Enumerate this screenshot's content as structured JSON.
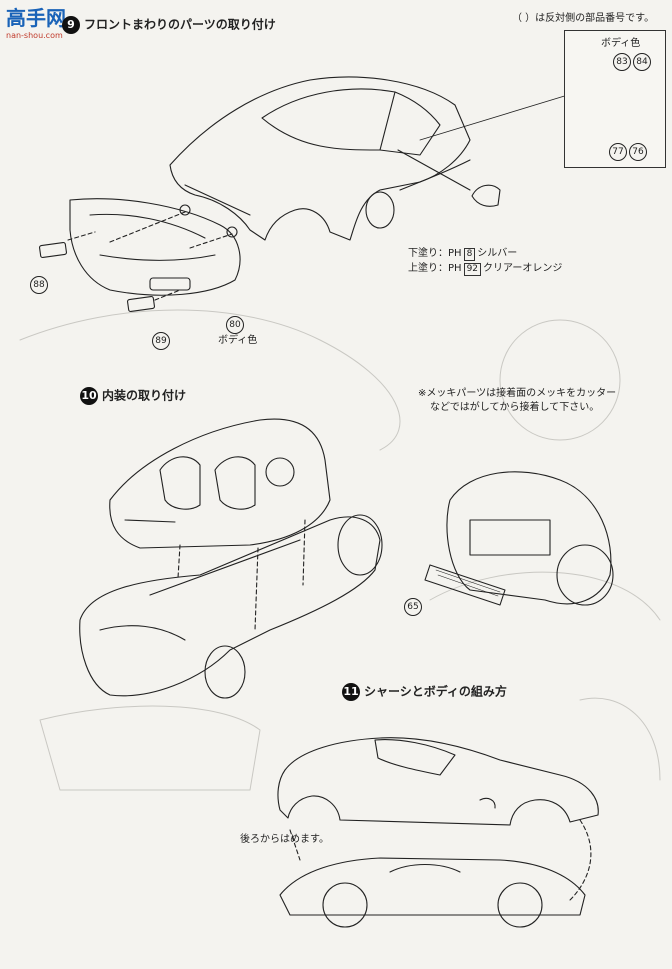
{
  "watermark": {
    "logo_text": "高手网",
    "site": "nan-shou.com"
  },
  "header": {
    "step_number": "9",
    "title": "フロントまわりのパーツの取り付け",
    "note": "（ ）は反対側の部品番号です。"
  },
  "inset": {
    "label": "ボディ色",
    "parts_top": [
      "83",
      "84"
    ],
    "parts_bottom": [
      "77",
      "76"
    ]
  },
  "front_parts": {
    "left_lens": "88",
    "bumper": "80",
    "bumper_color": "ボディ色",
    "lower_lens": "89"
  },
  "paint_notes": {
    "under_label": "下塗り：",
    "under_code": "8",
    "under_color": "シルバー",
    "top_label": "上塗り：",
    "top_code": "92",
    "top_color": "クリアーオレンジ",
    "prefix": "PH"
  },
  "step10": {
    "number": "10",
    "title": "内装の取り付け",
    "note_line1": "※メッキパーツは接着面のメッキをカッター",
    "note_line2": "などではがしてから接着して下さい。",
    "part": "65"
  },
  "step11": {
    "number": "11",
    "title": "シャーシとボディの組み方",
    "instruction": "後ろからはめます。"
  }
}
